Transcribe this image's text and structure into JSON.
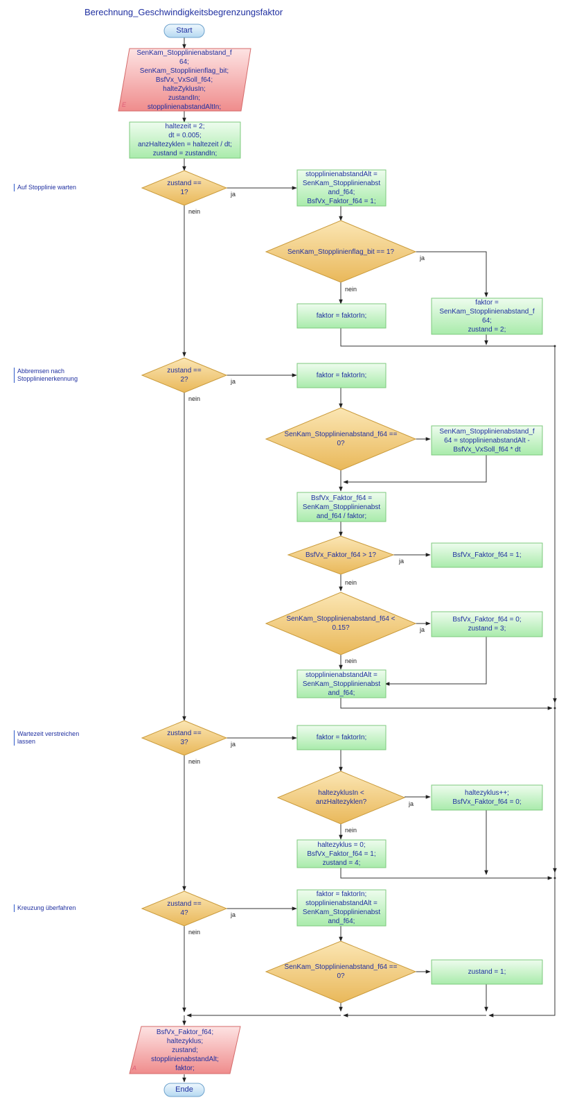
{
  "title": "Berechnung_Geschwindigkeitsbegrenzungsfaktor",
  "notes": {
    "n1": [
      "Auf Stopplinie warten"
    ],
    "n2": [
      "Abbremsen nach",
      "Stopplinienerkennung"
    ],
    "n3": [
      "Wartezeit verstreichen",
      "lassen"
    ],
    "n4": [
      "Kreuzung überfahren"
    ]
  },
  "start_label": "Start",
  "end_label": "Ende",
  "input_marker": "E",
  "output_marker": "A",
  "yes_label": "ja",
  "no_label": "nein",
  "nodes": {
    "input": [
      "SenKam_Stopplinienabstand_f",
      "64;",
      "SenKam_Stopplinienflag_bit;",
      "BsfVx_VxSoll_f64;",
      "halteZyklusIn;",
      "zustandIn;",
      "stopplinienabstandAltIn;"
    ],
    "init": [
      "haltezeit = 2;",
      "dt = 0.005;",
      "anzHaltezyklen = haltezeit / dt;",
      "zustand = zustandIn;"
    ],
    "d1": [
      "zustand ==",
      "1?"
    ],
    "p1a": [
      "stopplinienabstandAlt =",
      "SenKam_Stopplinienabst",
      "and_f64;",
      "BsfVx_Faktor_f64 = 1;"
    ],
    "d1a": [
      "SenKam_Stopplinienflag_bit == 1?"
    ],
    "p1n": [
      "faktor = faktorIn;"
    ],
    "p1y": [
      "faktor =",
      "SenKam_Stopplinienabstand_f",
      "64;",
      "zustand = 2;"
    ],
    "d2": [
      "zustand ==",
      "2?"
    ],
    "p2a": [
      "faktor = faktorIn;"
    ],
    "d2a": [
      "SenKam_Stopplinienabstand_f64 ==",
      "0?"
    ],
    "p2b": [
      "SenKam_Stopplinienabstand_f",
      "64 = stopplinienabstandAlt -",
      "BsfVx_VxSoll_f64 * dt"
    ],
    "p2c": [
      "BsfVx_Faktor_f64 =",
      "SenKam_Stopplinienabst",
      "and_f64 / faktor;"
    ],
    "d2b": [
      "BsfVx_Faktor_f64 > 1?"
    ],
    "p2d": [
      "BsfVx_Faktor_f64 = 1;"
    ],
    "d2c": [
      "SenKam_Stopplinienabstand_f64 <",
      "0.15?"
    ],
    "p2e": [
      "BsfVx_Faktor_f64 = 0;",
      "zustand = 3;"
    ],
    "p2f": [
      "stopplinienabstandAlt =",
      "SenKam_Stopplinienabst",
      "and_f64;"
    ],
    "d3": [
      "zustand ==",
      "3?"
    ],
    "p3a": [
      "faktor = faktorIn;"
    ],
    "d3a": [
      "haltezyklusIn <",
      "anzHaltezyklen?"
    ],
    "p3b": [
      "haltezyklus++;",
      "BsfVx_Faktor_f64 = 0;"
    ],
    "p3c": [
      "haltezyklus = 0;",
      "BsfVx_Faktor_f64 = 1;",
      "zustand = 4;"
    ],
    "d4": [
      "zustand ==",
      "4?"
    ],
    "p4a": [
      "faktor = faktorIn;",
      "stopplinienabstandAlt =",
      "SenKam_Stopplinienabst",
      "and_f64;"
    ],
    "d4a": [
      "SenKam_Stopplinienabstand_f64 ==",
      "0?"
    ],
    "p4b": [
      "zustand = 1;"
    ],
    "output": [
      "BsfVx_Faktor_f64;",
      "haltezyklus;",
      "zustand;",
      "stopplinienabstandAlt;",
      "faktor;"
    ]
  },
  "colors": {
    "text": "#1f2fa0",
    "process_fill": "#d9f7d9",
    "process_border": "#7cc97c",
    "decision_fill": "#f4cd7a",
    "decision_border": "#c99a3a",
    "io_fill": "#f6b6b6",
    "io_border": "#d46a6a",
    "terminal_fill": "#cfe6f7",
    "terminal_border": "#6ea2cc",
    "line": "#333333"
  }
}
